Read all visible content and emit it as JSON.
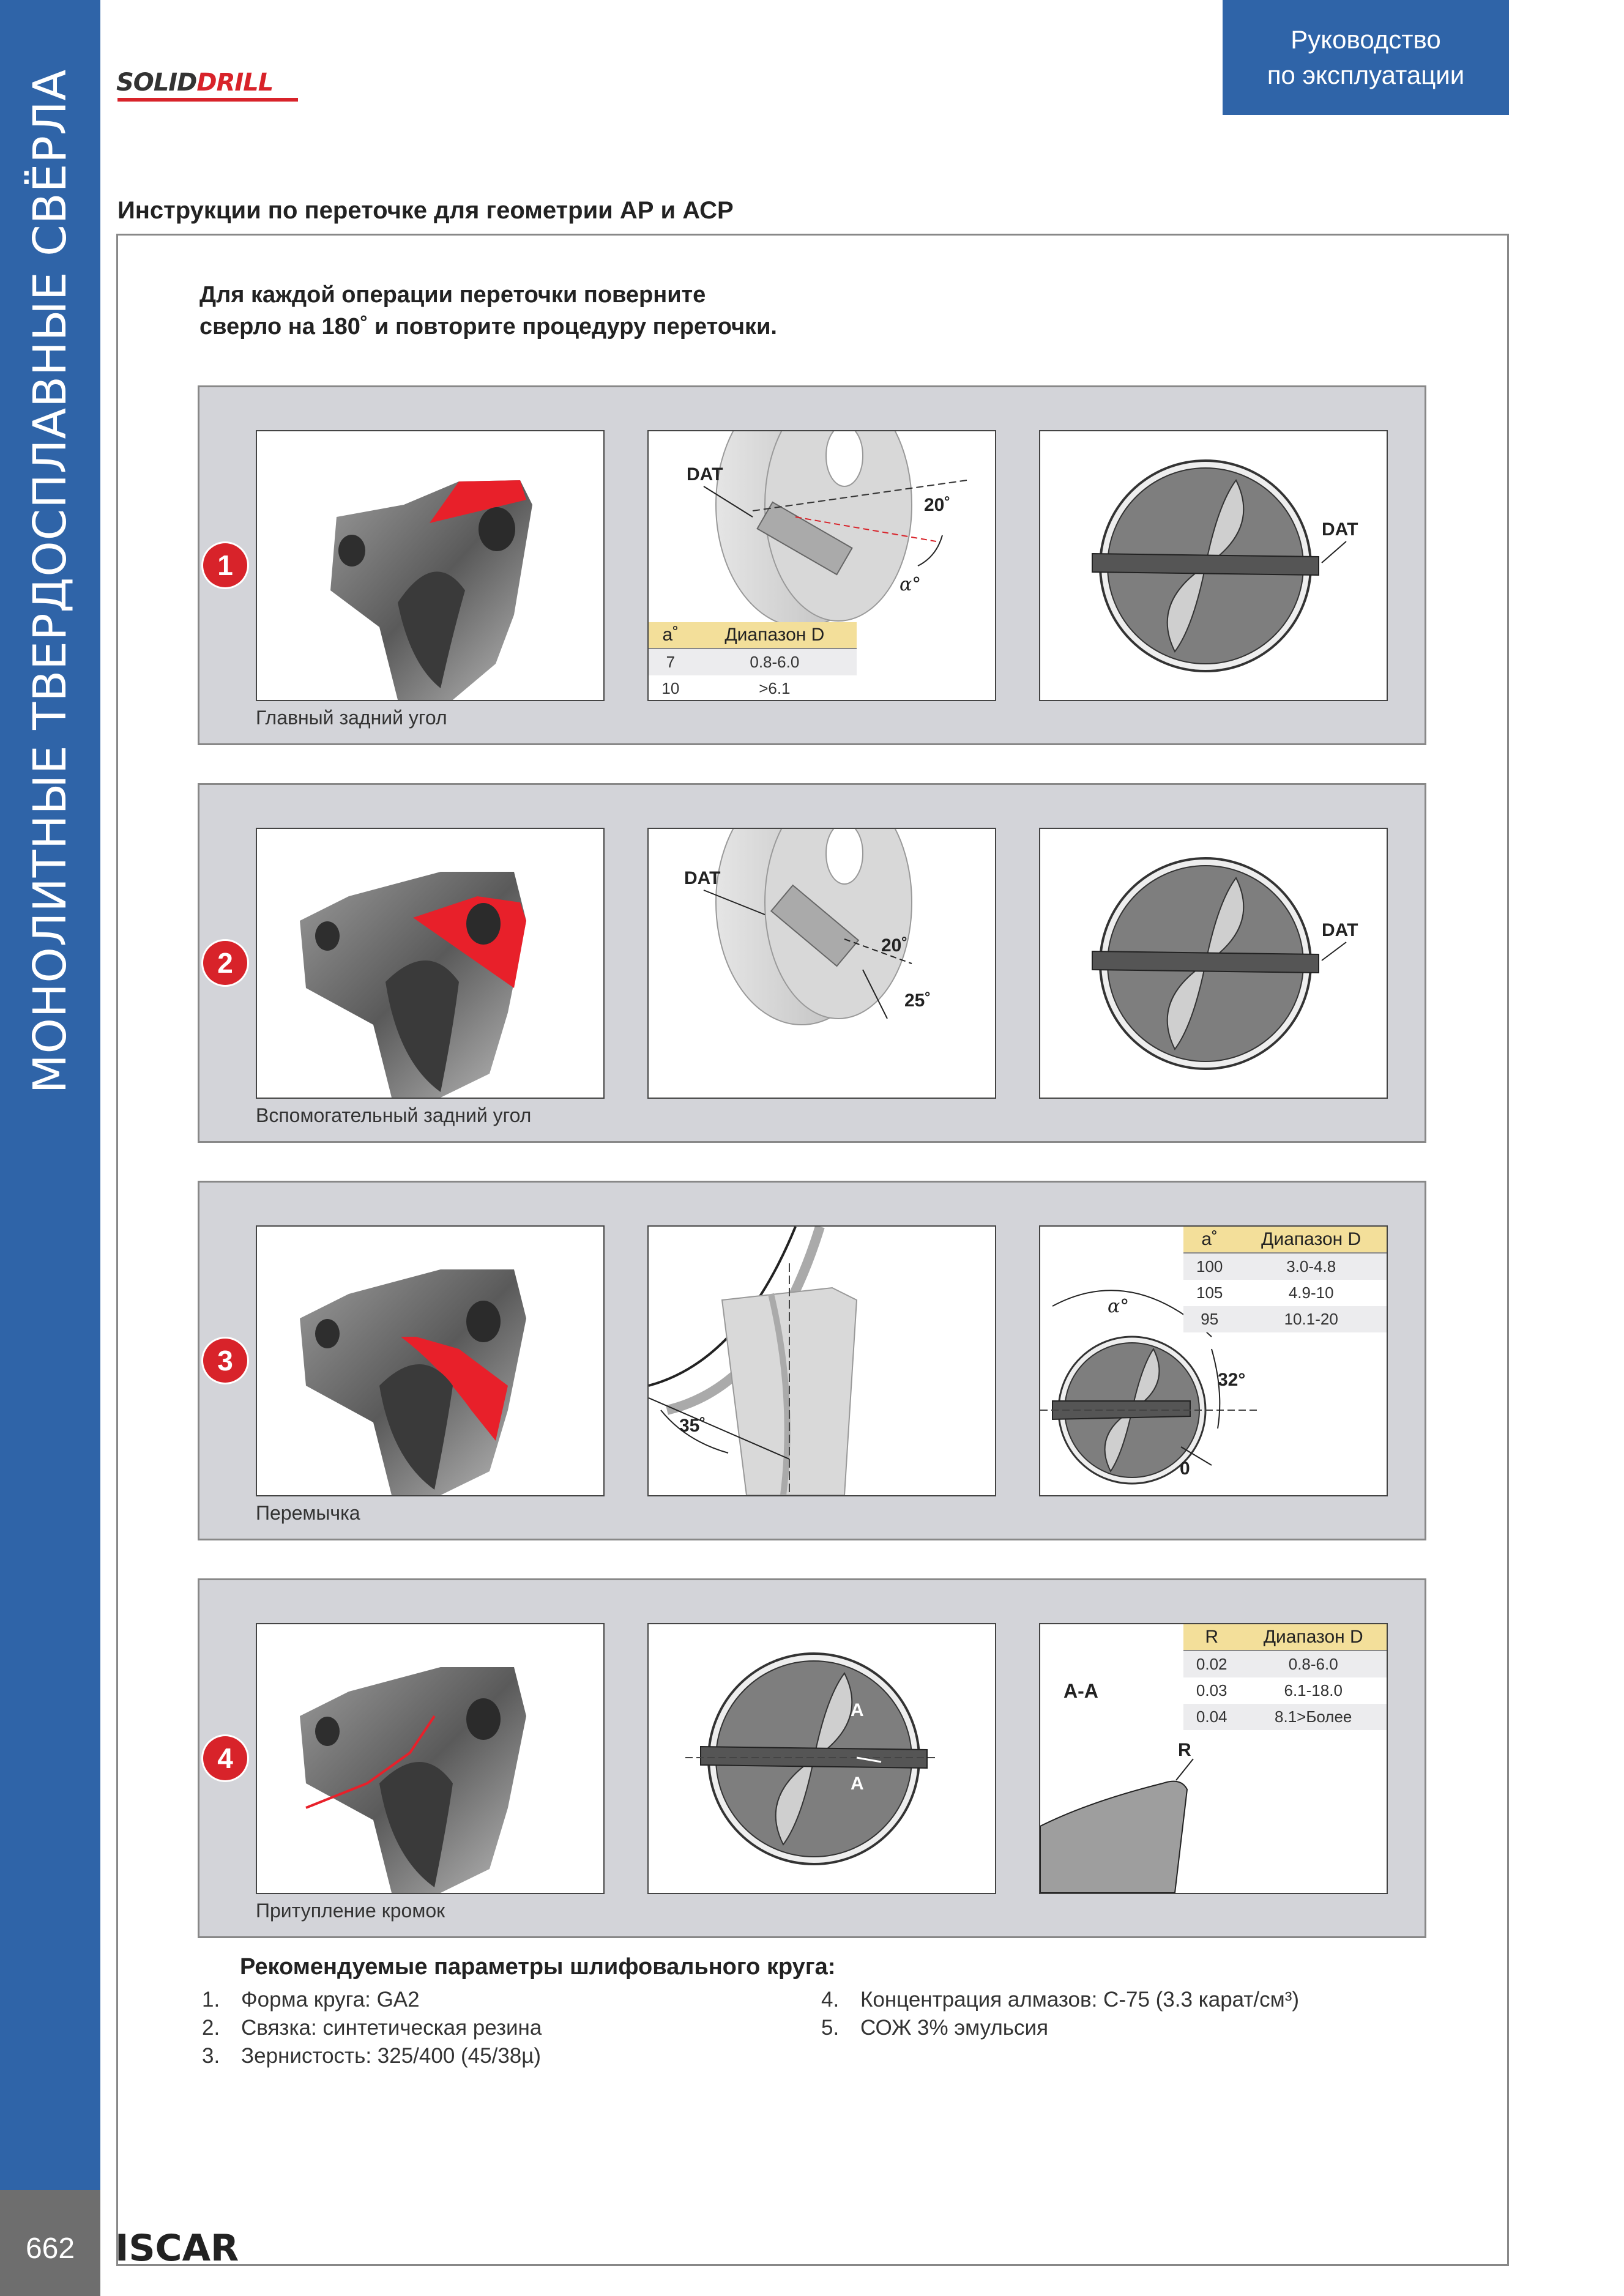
{
  "sidebar": {
    "title": "МОНОЛИТНЫЕ ТВЕРДОСПЛАВНЫЕ СВЁРЛА",
    "page_number": "662",
    "brand": "ISCAR"
  },
  "logo": {
    "part1": "SOLID",
    "part2": "DRILL"
  },
  "header_tab": {
    "line1": "Руководство",
    "line2": "по эксплуатации"
  },
  "heading": "Инструкции по переточке для геометрии АР и АСР",
  "intro": {
    "line1": "Для каждой операции переточки поверните",
    "line2": "сверло на 180˚ и повторите процедуру переточки."
  },
  "steps": [
    {
      "number": "1",
      "caption": "Главный задний угол",
      "labels": {
        "dat1": "DAT",
        "angle": "20˚",
        "alpha": "α°",
        "dat2": "DAT"
      },
      "table": {
        "headers": [
          "a˚",
          "Диапазон D"
        ],
        "rows": [
          [
            "7",
            "0.8-6.0"
          ],
          [
            "10",
            ">6.1"
          ]
        ]
      }
    },
    {
      "number": "2",
      "caption": "Вспомогательный задний угол",
      "labels": {
        "dat1": "DAT",
        "angle1": "20˚",
        "angle2": "25˚",
        "dat2": "DAT"
      }
    },
    {
      "number": "3",
      "caption": "Перемычка",
      "labels": {
        "angle35": "35˚",
        "alpha": "α°",
        "angle32": "32°",
        "zero": "0"
      },
      "table": {
        "headers": [
          "a˚",
          "Диапазон D"
        ],
        "rows": [
          [
            "100",
            "3.0-4.8"
          ],
          [
            "105",
            "4.9-10"
          ],
          [
            "95",
            "10.1-20"
          ]
        ]
      }
    },
    {
      "number": "4",
      "caption": "Притупление кромок",
      "labels": {
        "a1": "A",
        "a2": "A",
        "section": "A-A",
        "r": "R"
      },
      "table": {
        "headers": [
          "R",
          "Диапазон D"
        ],
        "rows": [
          [
            "0.02",
            "0.8-6.0"
          ],
          [
            "0.03",
            "6.1-18.0"
          ],
          [
            "0.04",
            "8.1>Более"
          ]
        ]
      }
    }
  ],
  "params": {
    "title": "Рекомендуемые параметры шлифовального круга:",
    "left": [
      {
        "n": "1.",
        "text": "Форма круга: GA2"
      },
      {
        "n": "2.",
        "text": "Связка: синтетическая резина"
      },
      {
        "n": "3.",
        "text": "Зернистость: 325/400 (45/38µ)"
      }
    ],
    "right": [
      {
        "n": "4.",
        "text": "Концентрация алмазов: С-75 (3.3 карат/см³)"
      },
      {
        "n": "5.",
        "text": "СОЖ 3% эмульсия"
      }
    ]
  },
  "colors": {
    "blue": "#2f64a8",
    "red": "#d8232a",
    "panel_bg": "#d3d4d9",
    "table_head": "#f3df9a"
  }
}
